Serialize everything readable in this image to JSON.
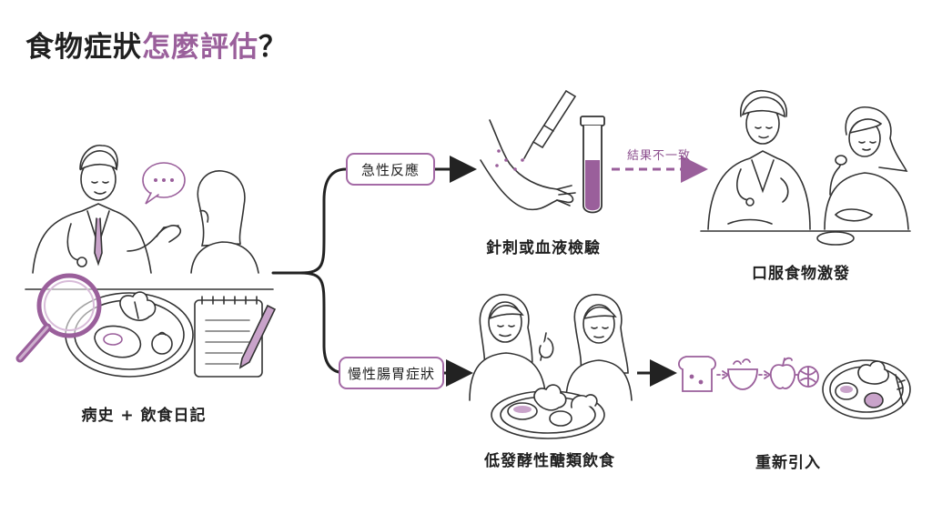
{
  "title": {
    "main": "食物症狀",
    "highlight": "怎麼評估",
    "suffix": "？"
  },
  "start": {
    "label": "病史 + 飲食日記"
  },
  "branches": {
    "acute": {
      "label": "急性反應"
    },
    "chronic": {
      "label": "慢性腸胃症狀"
    }
  },
  "steps": {
    "test": {
      "label": "針刺或血液檢驗"
    },
    "inconsistent": {
      "label": "結果不一致"
    },
    "challenge": {
      "label": "口服食物激發"
    },
    "diet": {
      "label": "低發酵性醣類飲食"
    },
    "reintro": {
      "label": "重新引入"
    }
  },
  "colors": {
    "accent": "#9a5f9b",
    "line": "#222222",
    "fill": "#d8bcd9"
  }
}
